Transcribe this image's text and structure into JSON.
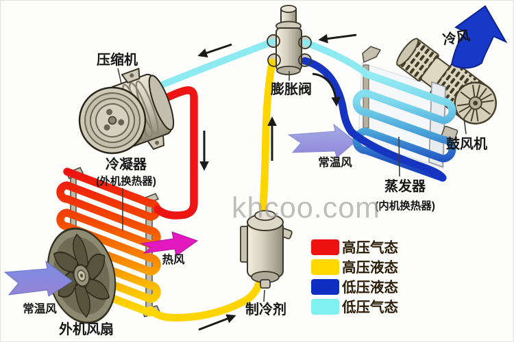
{
  "watermark": "khcoo.com",
  "labels": {
    "compressor": "压缩机",
    "condenser": "冷凝器",
    "condenser_sub": "(外机换热器)",
    "expansion_valve": "膨胀阀",
    "evaporator": "蒸发器",
    "evaporator_sub": "(内机换热器)",
    "blower": "鼓风机",
    "outdoor_fan": "外机风扇",
    "refrigerant": "制冷剂",
    "cold_air": "冷风",
    "hot_air": "热风",
    "ambient_air_evaporator": "常温风",
    "ambient_air_fan": "常温风"
  },
  "legend": {
    "items": [
      {
        "label": "高压气态",
        "color": "#ee1111"
      },
      {
        "label": "高压液态",
        "color": "#ffd800"
      },
      {
        "label": "低压液态",
        "color": "#0e2fc2"
      },
      {
        "label": "低压气态",
        "color": "#80f0f0"
      }
    ]
  },
  "flow_colors": {
    "high_pressure_gas": "#ee1414",
    "high_pressure_liquid": "#ffd500",
    "low_pressure_liquid": "#1535c0",
    "low_pressure_gas": "#8deaf0"
  },
  "accent_colors": {
    "cold_air_arrow": "#1838c8",
    "hot_air_arrow": "#e318be"
  }
}
